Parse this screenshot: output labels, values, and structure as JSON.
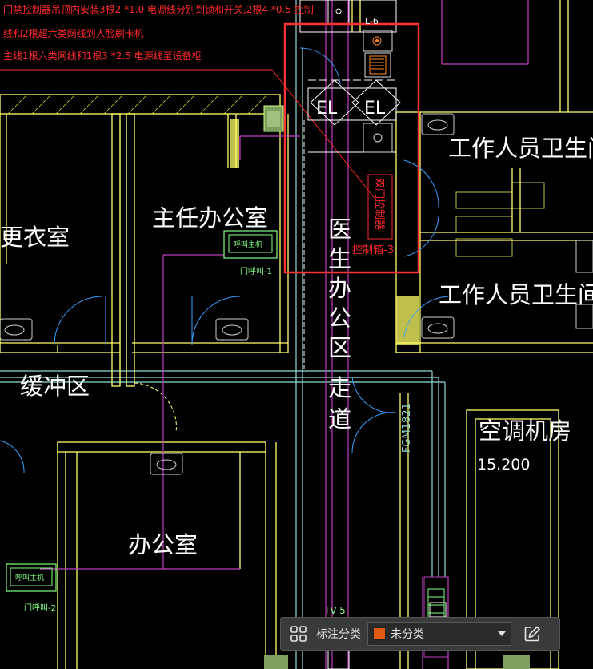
{
  "annotations": {
    "line1": "门禁控制器吊顶内安装3根2 *1.0 电源线分别到锁和开关,2根4 *0.5 控制",
    "line2": "线和2根超六类网线到人脸刷卡机",
    "line3": "主线1根六类网线和1根3 *2.5 电源线至设备柜"
  },
  "rooms": {
    "changing_room": "更衣室",
    "director_office": "主任办公室",
    "doctor_corridor": [
      "医",
      "生",
      "办",
      "公",
      "区",
      "走",
      "道"
    ],
    "staff_toilet_1": "工作人员卫生间",
    "staff_toilet_2": "工作人员卫生间",
    "buffer_zone": "缓冲区",
    "office": "办公室",
    "ac_room": "空调机房",
    "ac_elevation": "15.200"
  },
  "symbols": {
    "el_left": "EL",
    "el_right": "EL",
    "vertical_box": "双门控制器",
    "control_box": "控制箱-3",
    "fire_door": "FGM1821",
    "tv": "TV-5",
    "shaft_top": "L-6",
    "call_host_1": "呼叫主机",
    "call_label_1": "门呼叫-1",
    "call_host_2": "呼叫主机",
    "call_label_2": "门呼叫-2"
  },
  "toolbar": {
    "label": "标注分类",
    "selected": "未分类",
    "swatch_color": "#e0590f"
  },
  "colors": {
    "wall": "#ffff66",
    "red": "#ff2a2a",
    "magenta": "#c040c0",
    "cyan": "#8fd8d8",
    "highlight": "#ff3333"
  }
}
